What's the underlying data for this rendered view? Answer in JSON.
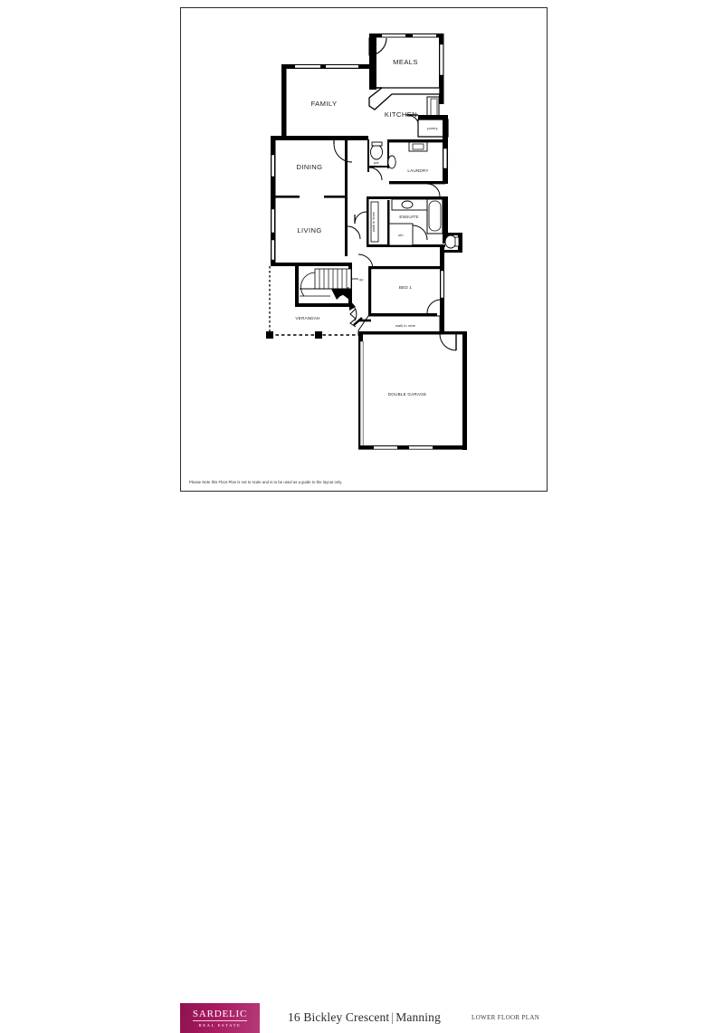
{
  "document": {
    "type": "real-estate-floor-plan",
    "disclaimer": "Please Note this Floor Plan is not to scale and is to be used as a guide to the layout only."
  },
  "footer": {
    "logo_main": "SARDELIC",
    "logo_sub": "REAL ESTATE",
    "logo_color": "#a0195b",
    "address_street": "16 Bickley Crescent",
    "address_separator": "|",
    "address_suburb": "Manning",
    "plan_label": "LOWER FLOOR PLAN"
  },
  "floorplan": {
    "stroke_color": "#000000",
    "background": "#ffffff",
    "rooms": [
      {
        "id": "meals",
        "label": "MEALS"
      },
      {
        "id": "family",
        "label": "FAMILY"
      },
      {
        "id": "kitchen",
        "label": "KITCHEN"
      },
      {
        "id": "pantry",
        "label": "pantry"
      },
      {
        "id": "powder-room",
        "label": "pdr"
      },
      {
        "id": "laundry",
        "label": "LAUNDRY"
      },
      {
        "id": "dining",
        "label": "DINING"
      },
      {
        "id": "living",
        "label": "LIVING"
      },
      {
        "id": "ensuite",
        "label": "ENSUITE"
      },
      {
        "id": "shower",
        "label": "shr"
      },
      {
        "id": "walk-in-linen",
        "label": "walk in linen"
      },
      {
        "id": "bed-1",
        "label": "BED 1"
      },
      {
        "id": "walk-in-robe",
        "label": "walk in robe"
      },
      {
        "id": "verandah",
        "label": "VERANDAH"
      },
      {
        "id": "double-garage",
        "label": "DOUBLE GARAGE"
      }
    ],
    "annotations": [
      {
        "id": "stair-direction",
        "label": "up"
      }
    ]
  }
}
